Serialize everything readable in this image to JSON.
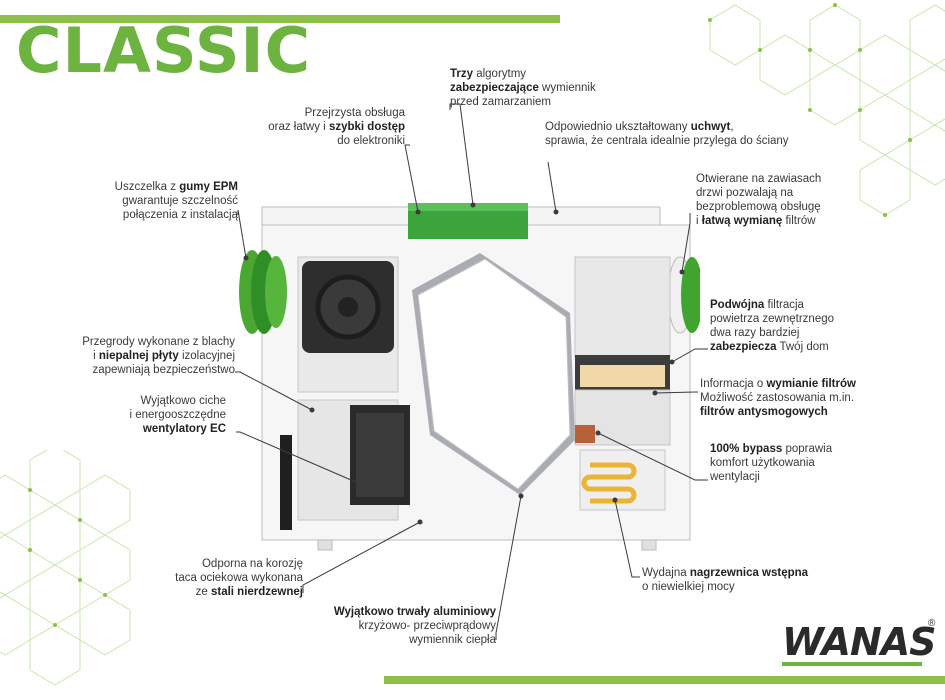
{
  "title": "CLASSIC",
  "brand": {
    "name": "WANAS",
    "registered": "®"
  },
  "colors": {
    "accent": "#6db33f",
    "bar": "#8cc04b",
    "text": "#3a3a3a"
  },
  "callouts": {
    "algorithms": {
      "l1b": "Trzy",
      "l1": " algorytmy",
      "l2b": "zabezpieczające",
      "l2": " wymiennik",
      "l3": "przed zamarzaniem"
    },
    "service": {
      "l1": "Przejrzysta obsługa",
      "l2a": "oraz łatwy i ",
      "l2b": "szybki dostęp",
      "l3": "do elektroniki"
    },
    "handle": {
      "l1a": "Odpowiednio ukształtowany ",
      "l1b": "uchwyt",
      "l1c": ",",
      "l2": "sprawia, że centrala idealnie przylega do ściany"
    },
    "gasket": {
      "l1a": "Uszczelka z ",
      "l1b": "gumy EPM",
      "l2": "gwarantuje szczelność",
      "l3": "połączenia z instalacją"
    },
    "doors": {
      "l1": "Otwierane na zawiasach",
      "l2": "drzwi pozwalają na",
      "l3": "bezproblemową obsługę",
      "l4a": "i ",
      "l4b": "łatwą wymianę",
      "l4c": " filtrów"
    },
    "filtration": {
      "l1b": "Podwójna",
      "l1": " filtracja",
      "l2": "powietrza zewnętrznego",
      "l3": "dwa razy bardziej",
      "l4b": "zabezpiecza",
      "l4": " Twój dom"
    },
    "partitions": {
      "l1": "Przegrody wykonane z blachy",
      "l2a": "i ",
      "l2b": "niepalnej płyty",
      "l2c": " izolacyjnej",
      "l3": "zapewniają bezpieczeństwo"
    },
    "filterinfo": {
      "l1a": "Informacja o ",
      "l1b": "wymianie filtrów",
      "l2": "Możliwość zastosowania m.in.",
      "l3b": "filtrów antysmogowych"
    },
    "fans": {
      "l1": "Wyjątkowo ciche",
      "l2": "i energooszczędne",
      "l3b": "wentylatory EC"
    },
    "bypass": {
      "l1b": "100% bypass",
      "l1": " poprawia",
      "l2": "komfort użytkowania",
      "l3": "wentylacji"
    },
    "tray": {
      "l1": "Odporna na korozję",
      "l2": "taca ociekowa wykonana",
      "l3a": "ze ",
      "l3b": "stali nierdzewnej"
    },
    "heater": {
      "l1a": "Wydajna ",
      "l1b": "nagrzewnica wstępna",
      "l2": "o niewielkiej mocy"
    },
    "exchanger": {
      "l1b": "Wyjątkowo trwały aluminiowy",
      "l2": "krzyżowo- przeciwprądowy",
      "l3": "wymiennik ciepła"
    }
  }
}
